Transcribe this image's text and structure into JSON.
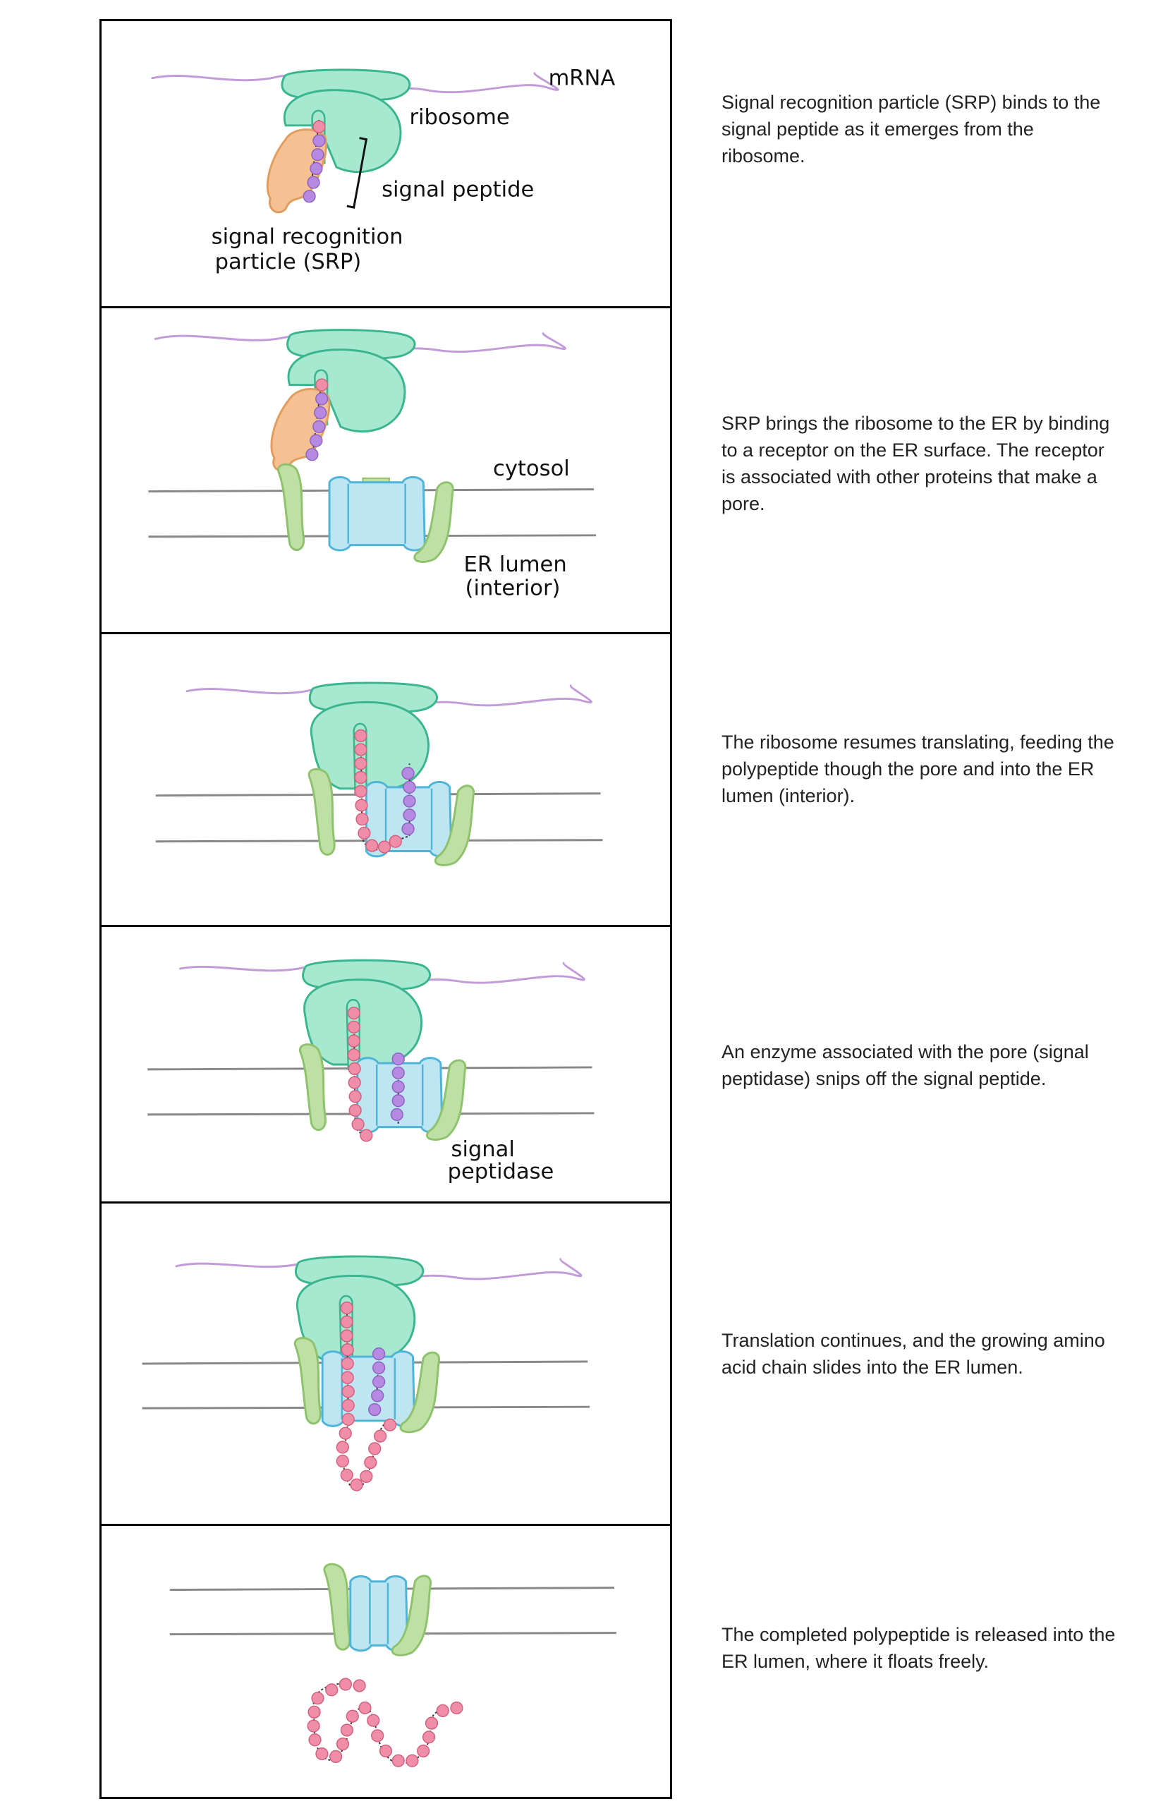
{
  "colors": {
    "mrna": "#c49bd9",
    "ribosome_fill": "#a6e8d0",
    "ribosome_stroke": "#3ab58f",
    "srp_fill": "#f5c193",
    "srp_stroke": "#e19d5f",
    "receptor_fill": "#bfe0a4",
    "receptor_stroke": "#8ec26c",
    "pore_fill": "#bde5f2",
    "pore_stroke": "#4eb4d8",
    "signal_bead": "#b58ae0",
    "chain_bead": "#f08ea8",
    "membrane": "#888888"
  },
  "panels": [
    {
      "labels": {
        "mrna": "mRNA",
        "ribosome": "ribosome",
        "signal_peptide": "signal peptide",
        "srp_line1": "signal recognition",
        "srp_line2": "particle (SRP)"
      },
      "caption": "Signal recognition particle (SRP) binds to the signal peptide as it emerges from the ribosome."
    },
    {
      "labels": {
        "cytosol": "cytosol",
        "lumen_line1": "ER lumen",
        "lumen_line2": "(interior)"
      },
      "caption": "SRP brings the ribosome to the ER by binding to a receptor on the ER surface. The receptor is associated with other proteins that make a pore."
    },
    {
      "caption": "The ribosome resumes translating, feeding the polypeptide though the pore and into the ER lumen (interior)."
    },
    {
      "labels": {
        "peptidase_line1": "signal",
        "peptidase_line2": "peptidase"
      },
      "caption": "An enzyme associated with the pore (signal peptidase) snips off the signal peptide."
    },
    {
      "caption": "Translation continues, and the growing amino acid chain slides into the ER lumen."
    },
    {
      "caption": "The completed polypeptide is released into the ER lumen, where it floats freely."
    }
  ]
}
